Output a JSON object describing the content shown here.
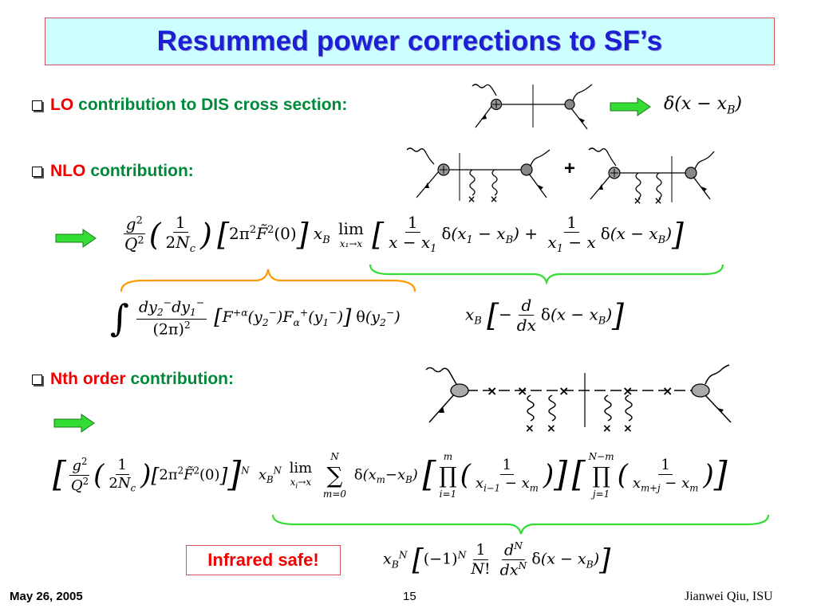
{
  "title": "Resummed power corrections to SF’s",
  "bullets": {
    "lo": {
      "red": "LO",
      "green": "contribution to DIS cross section:"
    },
    "nlo": {
      "red": "NLO",
      "green": "contribution:"
    },
    "nth": {
      "red": "Nth order",
      "green": "contribution:"
    }
  },
  "formulas": {
    "lo_result": "δ(x − x",
    "lo_result_sub": "B",
    "plus_sign": "+",
    "nlo_prefactor_num": "g",
    "nlo_prefactor_den": "Q",
    "one": "1",
    "two_nc": "2N",
    "nlo_bracket": "2π",
    "nlo_ftilde": "F̃",
    "nlo_lim": "lim",
    "nlo_lim_sub": "x₁→x",
    "integral_text": "∫",
    "xb_deriv": "x",
    "deriv_d": "d",
    "deriv_dx": "dx",
    "infrared_safe": "Infrared safe!"
  },
  "footer": {
    "date": "May 26, 2005",
    "page": "15",
    "author": "Jianwei Qiu, ISU"
  },
  "colors": {
    "title_blue": "#1d1fd6",
    "title_bg": "#ccffff",
    "red": "#f00000",
    "green": "#00883a",
    "arrow_green": "#33dd33",
    "brace_green": "#33dd33",
    "brace_orange": "#ff9900"
  }
}
